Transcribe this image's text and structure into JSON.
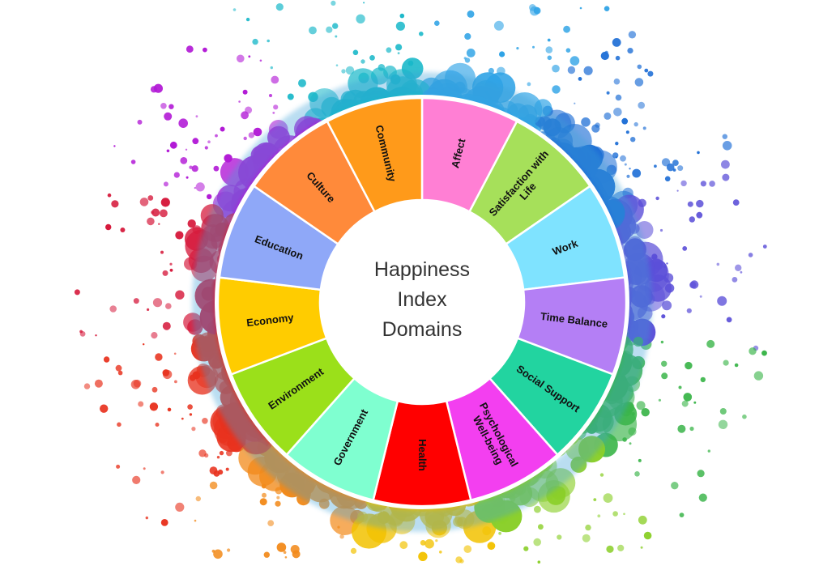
{
  "diagram": {
    "center_title_lines": [
      "Happiness",
      "Index",
      "Domains"
    ],
    "segments": [
      {
        "id": "affect",
        "label_lines": [
          "Affect"
        ],
        "color": "#FF7FD4"
      },
      {
        "id": "satisfaction-with-life",
        "label_lines": [
          "Satisfaction with",
          "Life"
        ],
        "color": "#A6E05A"
      },
      {
        "id": "work",
        "label_lines": [
          "Work"
        ],
        "color": "#7FE3FF"
      },
      {
        "id": "time-balance",
        "label_lines": [
          "Time Balance"
        ],
        "color": "#B47FF5"
      },
      {
        "id": "social-support",
        "label_lines": [
          "Social Support"
        ],
        "color": "#22D4A0"
      },
      {
        "id": "psychological-well-being",
        "label_lines": [
          "Psychological",
          "Well-being"
        ],
        "color": "#F33FF0"
      },
      {
        "id": "health",
        "label_lines": [
          "Health"
        ],
        "color": "#FF0000"
      },
      {
        "id": "government",
        "label_lines": [
          "Government"
        ],
        "color": "#7FFFD0"
      },
      {
        "id": "environment",
        "label_lines": [
          "Environment"
        ],
        "color": "#9BE01A"
      },
      {
        "id": "economy",
        "label_lines": [
          "Economy"
        ],
        "color": "#FFCC00"
      },
      {
        "id": "education",
        "label_lines": [
          "Education"
        ],
        "color": "#8FA8F8"
      },
      {
        "id": "culture",
        "label_lines": [
          "Culture"
        ],
        "color": "#FF8A3A"
      },
      {
        "id": "community",
        "label_lines": [
          "Community"
        ],
        "color": "#FF9A1A"
      }
    ]
  }
}
